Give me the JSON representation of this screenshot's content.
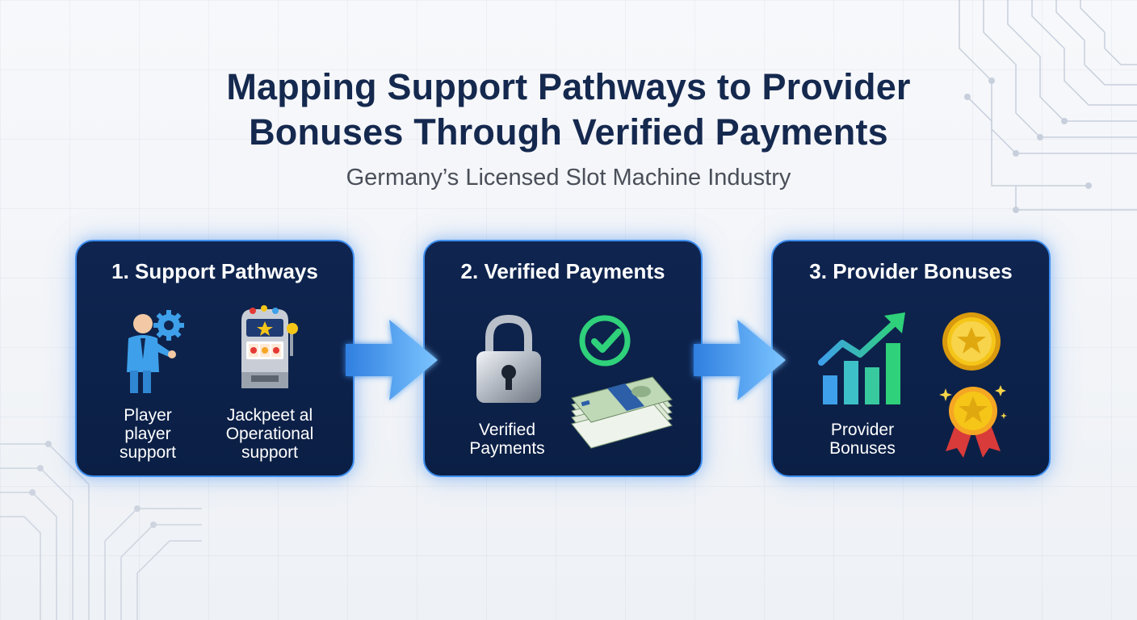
{
  "title_line1": "Mapping Support Pathways to Provider",
  "title_line2": "Bonuses Through Verified Payments",
  "subtitle": "Germany’s Licensed Slot Machine Industry",
  "stages": [
    {
      "title": "1. Support Pathways",
      "items": [
        {
          "label_lines": [
            "Player",
            "player",
            "support"
          ],
          "icon": "player-support-icon"
        },
        {
          "label_lines": [
            "Jackpeet al",
            "Operational",
            "support"
          ],
          "icon": "slot-machine-icon"
        }
      ]
    },
    {
      "title": "2. Verified Payments",
      "items": [
        {
          "label_lines": [
            "Verified",
            "Payments"
          ],
          "icon": "padlock-icon"
        },
        {
          "label_lines": [],
          "icon": "checkmark-icon"
        },
        {
          "label_lines": [],
          "icon": "euro-cash-icon"
        }
      ]
    },
    {
      "title": "3. Provider Bonuses",
      "items": [
        {
          "label_lines": [
            "Provider",
            "Bonuses"
          ],
          "icon": "growth-chart-icon"
        },
        {
          "label_lines": [],
          "icon": "gold-coin-icon"
        },
        {
          "label_lines": [],
          "icon": "award-medal-icon"
        }
      ]
    }
  ],
  "connectors": [
    "arrow-right-icon",
    "arrow-right-icon"
  ],
  "colors": {
    "card_bg": "#0f2550",
    "card_border": "#3f8ff0",
    "title": "#15294f",
    "subtitle": "#4a4f59",
    "accent_blue": "#4aa8ff",
    "accent_green": "#2fd17a",
    "gold": "#f5c518"
  }
}
